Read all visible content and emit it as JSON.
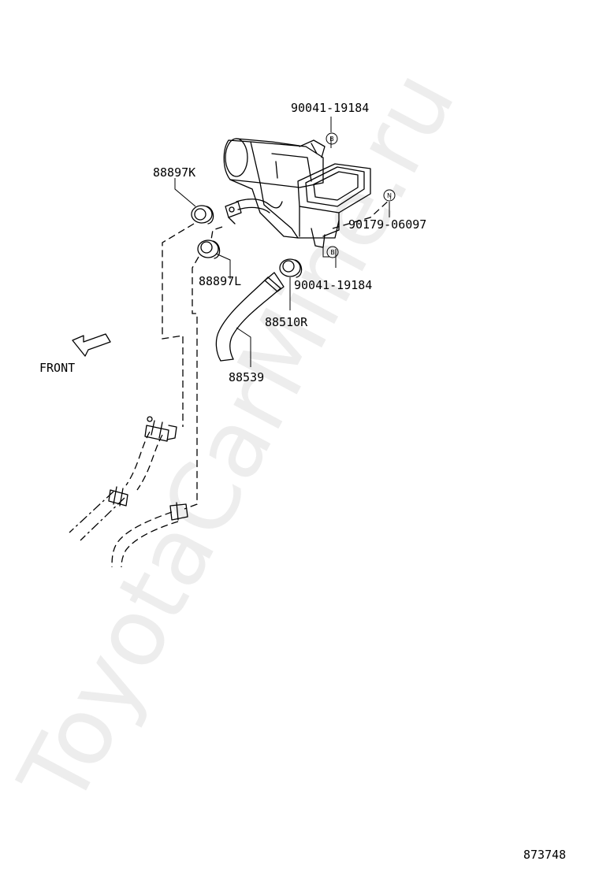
{
  "watermark": "ToyotaCarMine.ru",
  "labels": {
    "p90041_top": "90041-19184",
    "p88897K": "88897K",
    "p90179": "90179-06097",
    "p88897L": "88897L",
    "p90041_bottom": "90041-19184",
    "p88510R": "88510R",
    "p88539": "88539",
    "front": "FRONT",
    "diagram_number": "873748"
  },
  "markers": {
    "b_top": "B",
    "n": "N",
    "b_bottom": "B"
  }
}
